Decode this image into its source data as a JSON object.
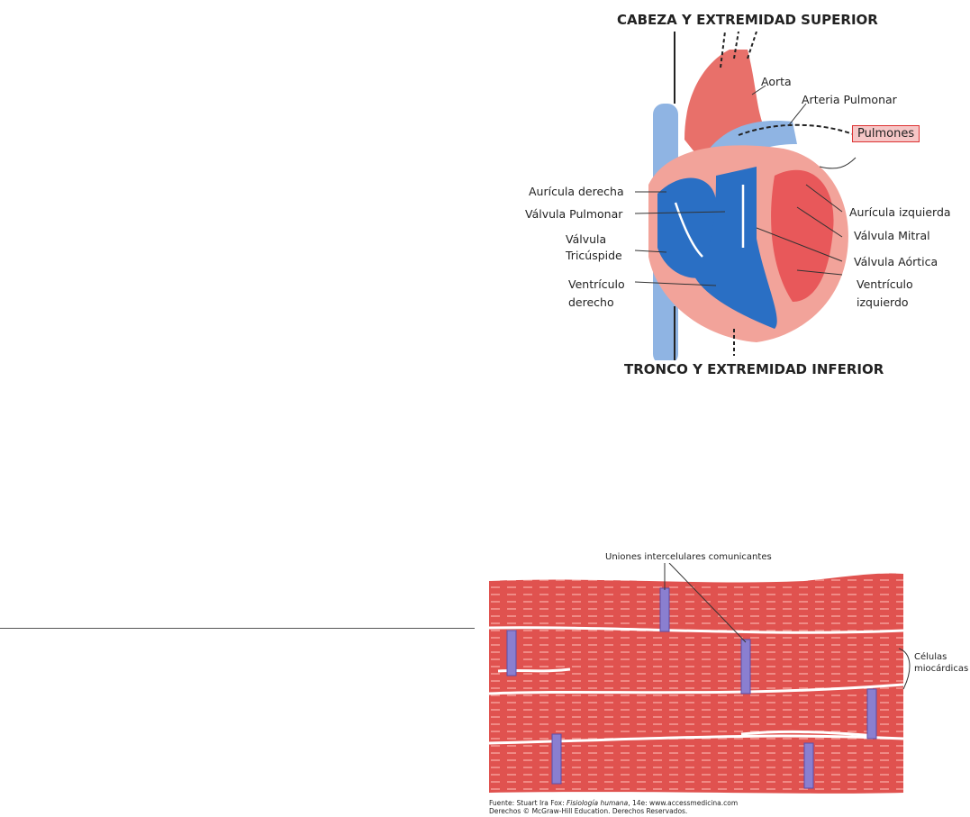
{
  "heart_figure": {
    "top_title": "CABEZA Y EXTREMIDAD SUPERIOR",
    "bottom_title": "TRONCO Y EXTREMIDAD INFERIOR",
    "labels": {
      "aorta": "Aorta",
      "arteria_pulmonar": "Arteria Pulmonar",
      "pulmones": "Pulmones",
      "auricula_derecha": "Aurícula derecha",
      "valvula_pulmonar": "Válvula Pulmonar",
      "valvula_tricuspide_1": "Válvula",
      "valvula_tricuspide_2": "Tricúspide",
      "ventriculo_derecho_1": "Ventrículo",
      "ventriculo_derecho_2": "derecho",
      "auricula_izquierda": "Aurícula izquierda",
      "valvula_mitral": "Válvula Mitral",
      "valvula_aortica": "Válvula Aórtica",
      "ventriculo_izquierdo_1": "Ventrículo",
      "ventriculo_izquierdo_2": "izquierdo"
    },
    "colors": {
      "oxygenated": "#e8585a",
      "deoxygenated": "#2a6fc4",
      "vein": "#8fb4e3",
      "tissue": "#f2a39a"
    }
  },
  "muscle_figure": {
    "label_junctions": "Uniones intercelulares comunicantes",
    "label_cells_1": "Células",
    "label_cells_2": "miocárdicas",
    "caption_prefix": "Fuente: Stuart Ira Fox: ",
    "caption_book": "Fisiología humana",
    "caption_suffix": ", 14e: www.accessmedicina.com",
    "caption_rights": "Derechos © McGraw-Hill Education. Derechos Reservados."
  }
}
